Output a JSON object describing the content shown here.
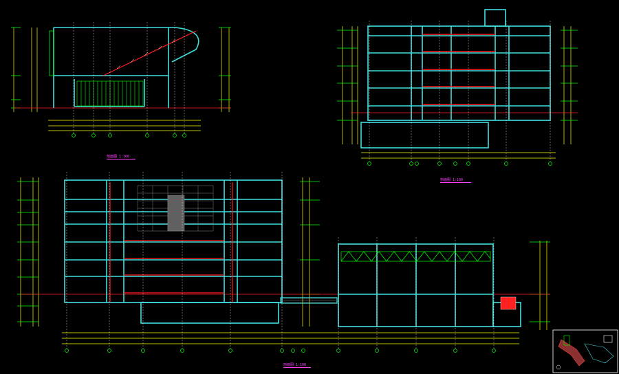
{
  "drawing": {
    "background": "#000000",
    "colors": {
      "wall": "#40e0e0",
      "dim": "#ffff00",
      "grid": "#ffffff",
      "level": "#00ff00",
      "fill": "#ff2020",
      "hatch": "#00ff00",
      "leader": "#ff40ff",
      "grey": "#808080"
    },
    "sections": [
      {
        "id": "section-a",
        "title": "剖面图 1:100"
      },
      {
        "id": "section-b",
        "title": "剖面图 1:100"
      },
      {
        "id": "section-c",
        "title": "剖面图 1:100"
      }
    ],
    "keymap": {
      "id": "key-plan"
    }
  }
}
